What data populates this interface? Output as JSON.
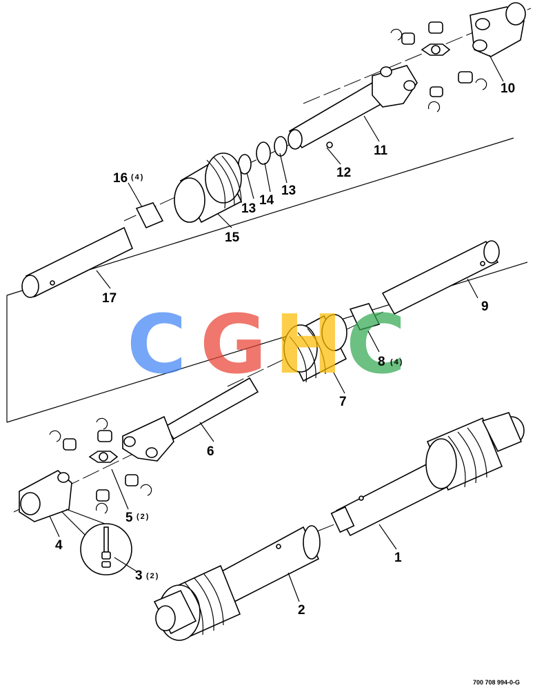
{
  "diagram": {
    "drawing_number": "700 708 994-0-G",
    "watermark": {
      "letters": [
        "C",
        "G",
        "H",
        "C"
      ],
      "colors": [
        "#4285F4",
        "#EA4335",
        "#FBBC05",
        "#34A853"
      ]
    },
    "callouts": [
      {
        "id": "1",
        "label": "1",
        "qty": ""
      },
      {
        "id": "2",
        "label": "2",
        "qty": ""
      },
      {
        "id": "3",
        "label": "3",
        "qty": "(2)"
      },
      {
        "id": "4",
        "label": "4",
        "qty": ""
      },
      {
        "id": "5",
        "label": "5",
        "qty": "(2)"
      },
      {
        "id": "6",
        "label": "6",
        "qty": ""
      },
      {
        "id": "7",
        "label": "7",
        "qty": ""
      },
      {
        "id": "8",
        "label": "8",
        "qty": "(4)"
      },
      {
        "id": "9",
        "label": "9",
        "qty": ""
      },
      {
        "id": "10",
        "label": "10",
        "qty": ""
      },
      {
        "id": "11",
        "label": "11",
        "qty": ""
      },
      {
        "id": "12",
        "label": "12",
        "qty": ""
      },
      {
        "id": "13a",
        "label": "13",
        "qty": ""
      },
      {
        "id": "13b",
        "label": "13",
        "qty": ""
      },
      {
        "id": "14",
        "label": "14",
        "qty": ""
      },
      {
        "id": "15",
        "label": "15",
        "qty": ""
      },
      {
        "id": "16",
        "label": "16",
        "qty": "(4)"
      },
      {
        "id": "17",
        "label": "17",
        "qty": ""
      }
    ]
  }
}
